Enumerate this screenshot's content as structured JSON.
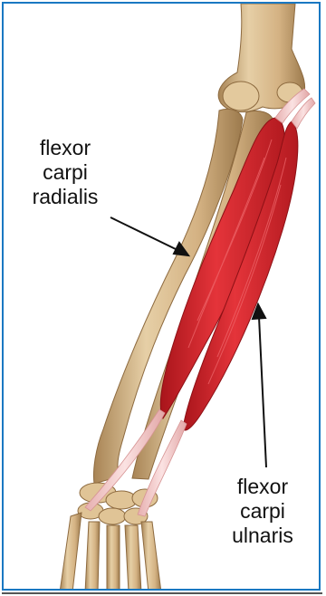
{
  "labels": {
    "flexor_carpi_radialis": [
      "flexor",
      "carpi",
      "radialis"
    ],
    "flexor_carpi_ulnaris": [
      "flexor",
      "carpi",
      "ulnaris"
    ]
  },
  "colors": {
    "frame_border": "#1a78c2",
    "bone": "#d8b98c",
    "bone_shadow": "#a88455",
    "muscle": "#d6262a",
    "muscle_dark": "#a9151b",
    "tendon": "#f2c9c9",
    "arrow": "#111111"
  }
}
